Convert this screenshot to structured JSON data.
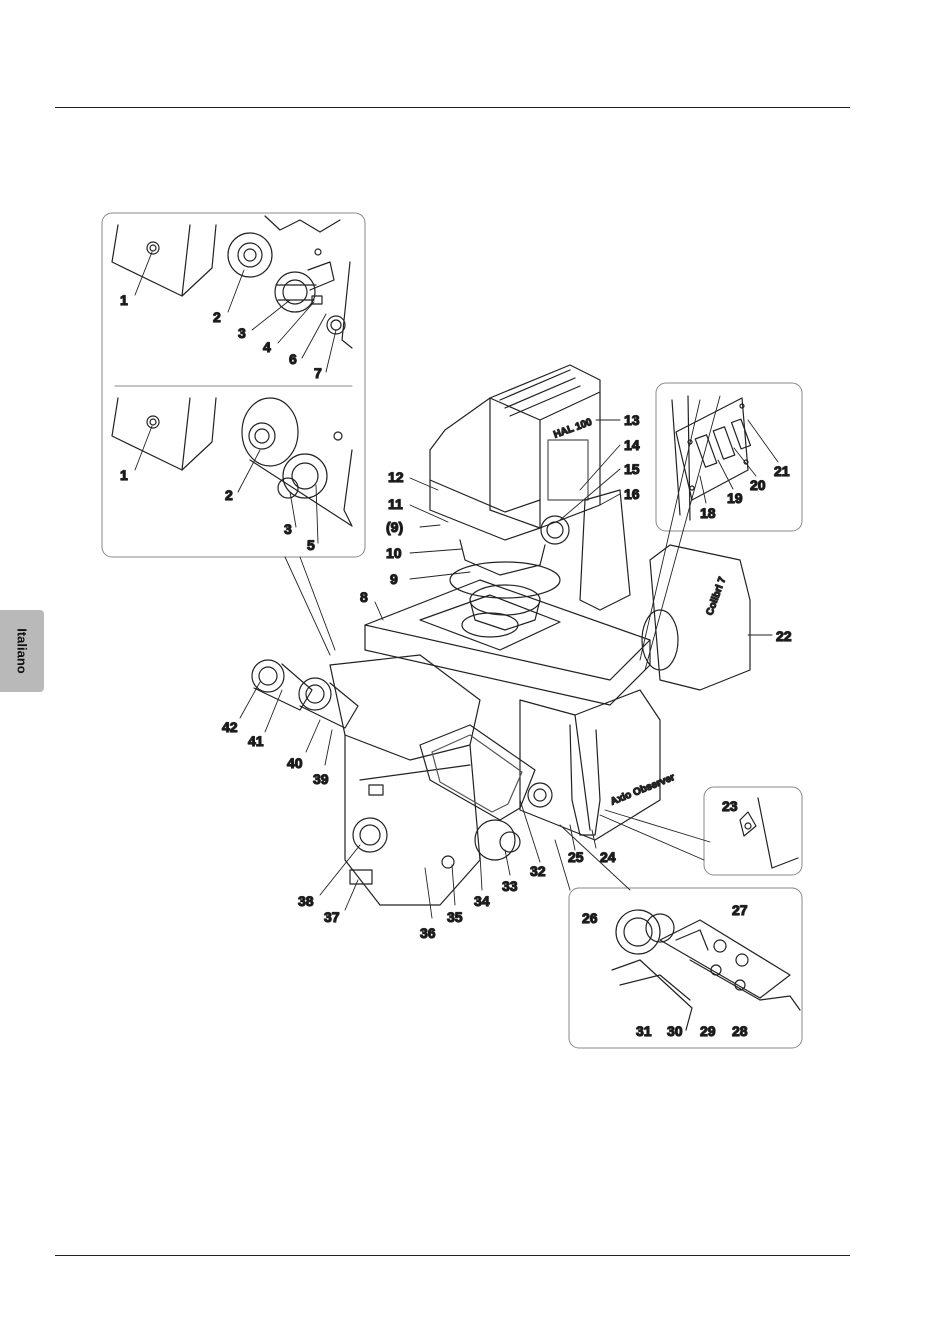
{
  "side_tab": {
    "label": "Italiano"
  },
  "device": {
    "lamp_label": "HAL 100",
    "brand_label": "Axio Observer",
    "camera_label": "Colibri 7"
  },
  "callouts": [
    {
      "id": "c1a",
      "text": "1"
    },
    {
      "id": "c2a",
      "text": "2"
    },
    {
      "id": "c3a",
      "text": "3"
    },
    {
      "id": "c4",
      "text": "4"
    },
    {
      "id": "c6",
      "text": "6"
    },
    {
      "id": "c7",
      "text": "7"
    },
    {
      "id": "c1b",
      "text": "1"
    },
    {
      "id": "c2b",
      "text": "2"
    },
    {
      "id": "c3b",
      "text": "3"
    },
    {
      "id": "c5",
      "text": "5"
    },
    {
      "id": "c8",
      "text": "8"
    },
    {
      "id": "c9",
      "text": "9"
    },
    {
      "id": "c9p",
      "text": "(9)"
    },
    {
      "id": "c10",
      "text": "10"
    },
    {
      "id": "c11",
      "text": "11"
    },
    {
      "id": "c12",
      "text": "12"
    },
    {
      "id": "c13",
      "text": "13"
    },
    {
      "id": "c14",
      "text": "14"
    },
    {
      "id": "c15",
      "text": "15"
    },
    {
      "id": "c16",
      "text": "16"
    },
    {
      "id": "c18",
      "text": "18"
    },
    {
      "id": "c19",
      "text": "19"
    },
    {
      "id": "c20",
      "text": "20"
    },
    {
      "id": "c21",
      "text": "21"
    },
    {
      "id": "c22",
      "text": "22"
    },
    {
      "id": "c23",
      "text": "23"
    },
    {
      "id": "c24",
      "text": "24"
    },
    {
      "id": "c25",
      "text": "25"
    },
    {
      "id": "c26",
      "text": "26"
    },
    {
      "id": "c27",
      "text": "27"
    },
    {
      "id": "c28",
      "text": "28"
    },
    {
      "id": "c29",
      "text": "29"
    },
    {
      "id": "c30",
      "text": "30"
    },
    {
      "id": "c31",
      "text": "31"
    },
    {
      "id": "c32",
      "text": "32"
    },
    {
      "id": "c33",
      "text": "33"
    },
    {
      "id": "c34",
      "text": "34"
    },
    {
      "id": "c35",
      "text": "35"
    },
    {
      "id": "c36",
      "text": "36"
    },
    {
      "id": "c37",
      "text": "37"
    },
    {
      "id": "c38",
      "text": "38"
    },
    {
      "id": "c39",
      "text": "39"
    },
    {
      "id": "c40",
      "text": "40"
    },
    {
      "id": "c41",
      "text": "41"
    },
    {
      "id": "c42",
      "text": "42"
    }
  ]
}
